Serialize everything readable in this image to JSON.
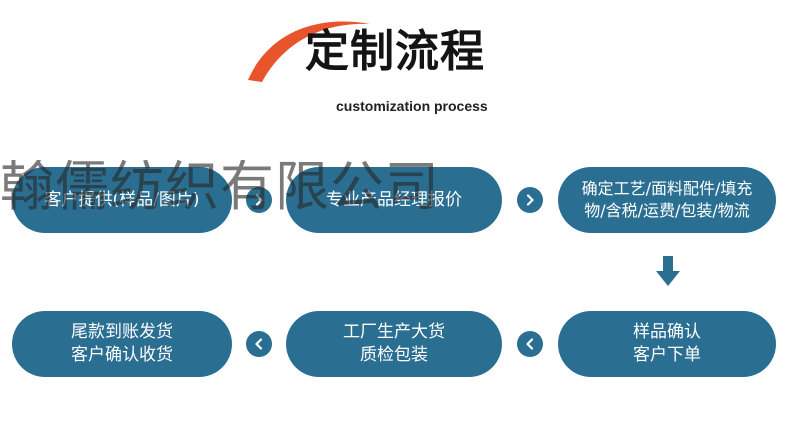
{
  "header": {
    "title": "定制流程",
    "subtitle": "customization process"
  },
  "colors": {
    "pill": "#2a6f92",
    "swoosh": "#e8552c",
    "title": "#141414"
  },
  "steps": [
    {
      "lines": [
        "客户提供(样品/图片)"
      ]
    },
    {
      "lines": [
        "专业产品经理报价"
      ]
    },
    {
      "lines": [
        "确定工艺/面料配件/填充",
        "物/含税/运费/包装/物流"
      ]
    },
    {
      "lines": [
        "样品确认",
        "客户下单"
      ]
    },
    {
      "lines": [
        "工厂生产大货",
        "质检包装"
      ]
    },
    {
      "lines": [
        "尾款到账发货",
        "客户确认收货"
      ]
    }
  ],
  "connectors": {
    "row1": [
      "chevron-right-icon",
      "chevron-right-icon"
    ],
    "down": "arrow-down-icon",
    "row2": [
      "chevron-left-icon",
      "chevron-left-icon"
    ]
  },
  "watermark": "翰儒纺织有限公司"
}
